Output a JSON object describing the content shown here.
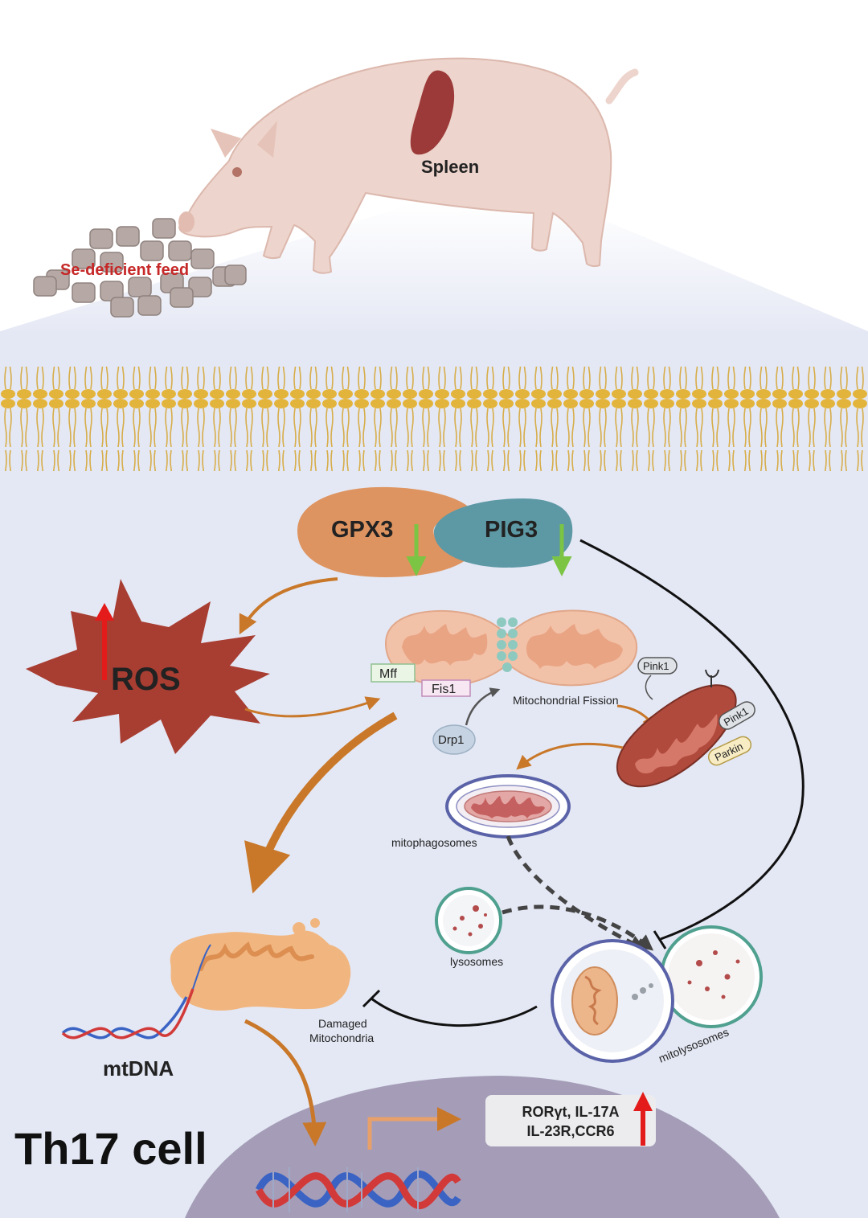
{
  "labels": {
    "spleen": "Spleen",
    "feed": "Se-deficient feed",
    "gpx3": "GPX3",
    "pig3": "PIG3",
    "ros": "ROS",
    "mff": "Mff",
    "fis1": "Fis1",
    "drp1": "Drp1",
    "pink1_a": "Pink1",
    "pink1_b": "Pink1",
    "parkin": "Parkin",
    "fission": "Mitochondrial Fission",
    "mitophagosomes": "mitophagosomes",
    "lysosomes": "lysosomes",
    "damaged_1": "Damaged",
    "damaged_2": "Mitochondria",
    "mitolysosomes": "mitolysosomes",
    "mtdna": "mtDNA",
    "cell": "Th17 cell",
    "genes_1": "RORγt, IL-17A",
    "genes_2": "IL-23R,CCR6"
  },
  "colors": {
    "background": "#e4e8f4",
    "membrane_head": "#e3b43c",
    "pig_skin": "#edd4cc",
    "spleen": "#9b3a38",
    "feed_text": "#c62828",
    "gpx3": "#de9460",
    "pig3": "#5d98a5",
    "ros": "#a83d32",
    "mito_outer": "#f2c2a8",
    "mito_inner": "#e9a484",
    "damaged_mito": "#f1b680",
    "arrow_orange": "#c9782a",
    "arrow_green": "#7bc444",
    "arrow_up": "#e31b1b",
    "nucleus": "#a59db8"
  },
  "icons": [
    "pig-icon",
    "spleen-icon",
    "feed-pellets-icon",
    "dna-icon"
  ]
}
